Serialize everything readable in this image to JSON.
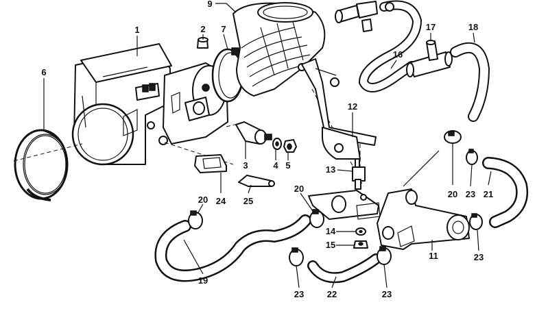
{
  "diagram": {
    "callouts": [
      {
        "id": "c1",
        "label": "1"
      },
      {
        "id": "c2",
        "label": "2"
      },
      {
        "id": "c3",
        "label": "3"
      },
      {
        "id": "c4",
        "label": "4"
      },
      {
        "id": "c5",
        "label": "5"
      },
      {
        "id": "c6",
        "label": "6"
      },
      {
        "id": "c7",
        "label": "7"
      },
      {
        "id": "c9",
        "label": "9"
      },
      {
        "id": "c11",
        "label": "11"
      },
      {
        "id": "c12",
        "label": "12"
      },
      {
        "id": "c13",
        "label": "13"
      },
      {
        "id": "c14",
        "label": "14"
      },
      {
        "id": "c15",
        "label": "15"
      },
      {
        "id": "c16",
        "label": "16"
      },
      {
        "id": "c17",
        "label": "17"
      },
      {
        "id": "c18",
        "label": "18"
      },
      {
        "id": "c19",
        "label": "19"
      },
      {
        "id": "c20a",
        "label": "20"
      },
      {
        "id": "c20b",
        "label": "20"
      },
      {
        "id": "c20c",
        "label": "20"
      },
      {
        "id": "c21",
        "label": "21"
      },
      {
        "id": "c22",
        "label": "22"
      },
      {
        "id": "c23a",
        "label": "23"
      },
      {
        "id": "c23b",
        "label": "23"
      },
      {
        "id": "c23c",
        "label": "23"
      },
      {
        "id": "c23d",
        "label": "23"
      },
      {
        "id": "c24",
        "label": "24"
      },
      {
        "id": "c25",
        "label": "25"
      }
    ]
  }
}
